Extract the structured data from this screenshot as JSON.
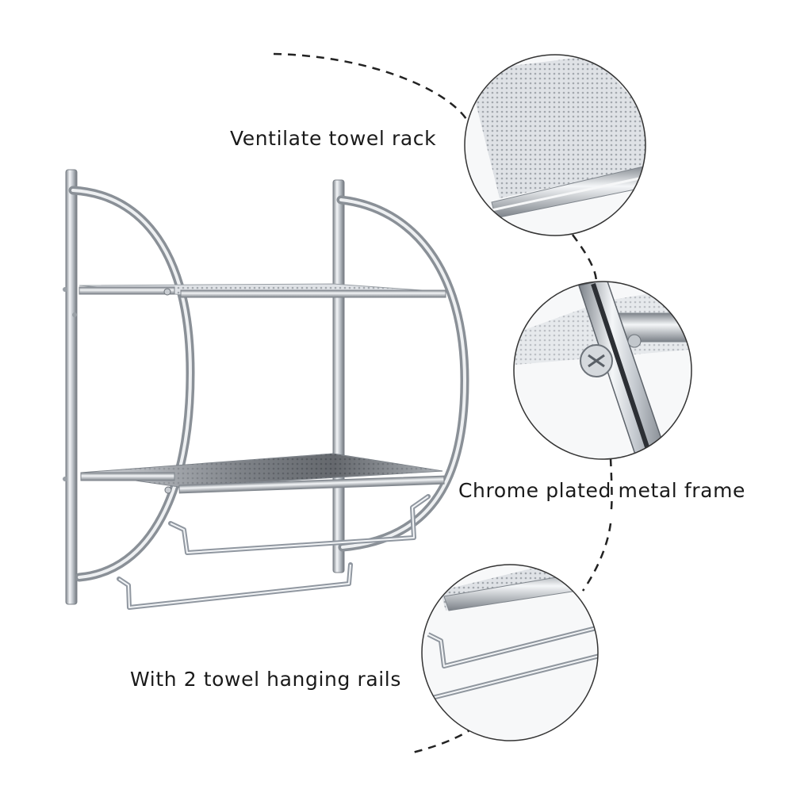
{
  "callouts": {
    "ventilate": "Ventilate towel rack",
    "chrome_frame": "Chrome plated metal frame",
    "towel_rails": "With 2 towel hanging rails"
  },
  "colors": {
    "background": "#ffffff",
    "chrome_dark": "#8a8f96",
    "chrome_light": "#e9ecef",
    "shelf_dark": "#3b3e44",
    "dash_line": "#222222",
    "label_text": "#1a1a1a"
  }
}
